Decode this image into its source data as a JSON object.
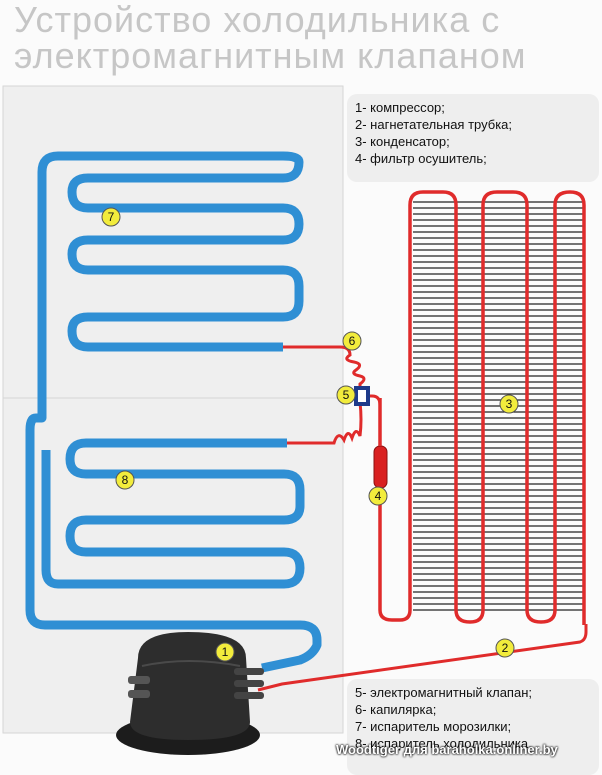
{
  "title": {
    "line1": "Устройство холодильника с",
    "line2": "электромагнитным клапаном"
  },
  "legend_top": [
    "1- компрессор;",
    "2- нагнетательная трубка;",
    "3- конденсатор;",
    "4- фильтр осушитель;"
  ],
  "legend_bottom": [
    "5- электромагнитный клапан;",
    "6- капилярка;",
    "7- испаритель морозилки;",
    "8- испаритель холодильника."
  ],
  "markers": [
    "1",
    "2",
    "3",
    "4",
    "5",
    "6",
    "7",
    "8"
  ],
  "watermark": "Woodtiger для baraholka.onliner.by",
  "colors": {
    "evaporator": "#2f8fd4",
    "hot_line": "#e02b2b",
    "compressor": "#2a2a2a",
    "marker_fill": "#f2ec3c",
    "fins": "#222222",
    "title": "#c6c6c6"
  }
}
